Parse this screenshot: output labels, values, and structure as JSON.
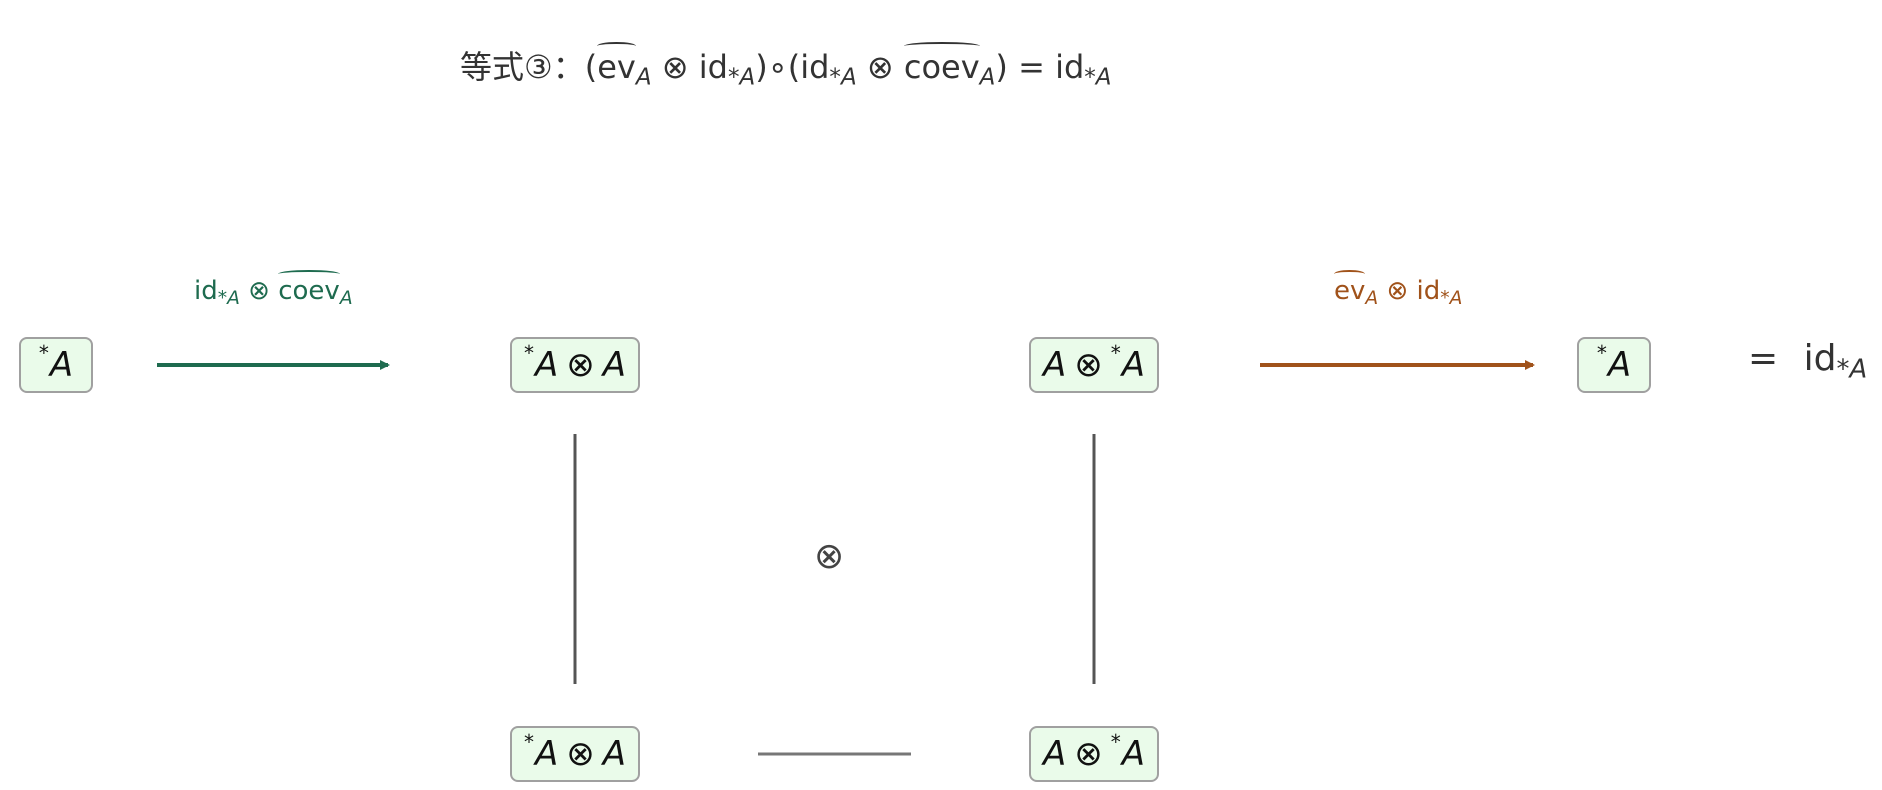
{
  "title": "等式③：(ẽv_A ⊗ id*_A)∘(id*_A ⊗ c̃oev_A) = id*_A",
  "title_parts": {
    "prefix": "等式③：(",
    "ev": "ev",
    "sub_A": "A",
    "tensor": "⊗",
    "id": "id",
    "sub_star_A": "*A",
    "compose": ")∘(",
    "coev": "coev",
    "eq": ") = ",
    "id_end": "id"
  },
  "nodes": {
    "n1": {
      "sup": "*",
      "base": "A"
    },
    "n2": {
      "sup": "*",
      "left": "A",
      "op": "⊗",
      "right": "A"
    },
    "n3": {
      "left": "A",
      "op": "⊗",
      "sup": "*",
      "right": "A"
    },
    "n4": {
      "sup": "*",
      "base": "A"
    },
    "n5": {
      "sup": "*",
      "left": "A",
      "op": "⊗",
      "right": "A"
    },
    "n6": {
      "left": "A",
      "op": "⊗",
      "sup": "*",
      "right": "A"
    }
  },
  "arrow_labels": {
    "green": {
      "id": "id",
      "sub": "*A",
      "op": "⊗",
      "coev": "coev",
      "coev_sub": "A"
    },
    "orange": {
      "ev": "ev",
      "ev_sub": "A",
      "op": "⊗",
      "id": "id",
      "sub": "*A"
    }
  },
  "result": {
    "eq": "=",
    "id": "id",
    "sub": "*A"
  },
  "tensor_symbol": "⊗",
  "colors": {
    "green": "#1e6b4f",
    "orange": "#a0521a",
    "node_fill": "#eafbea",
    "node_border": "#a0a0a0",
    "wire": "#555555"
  }
}
